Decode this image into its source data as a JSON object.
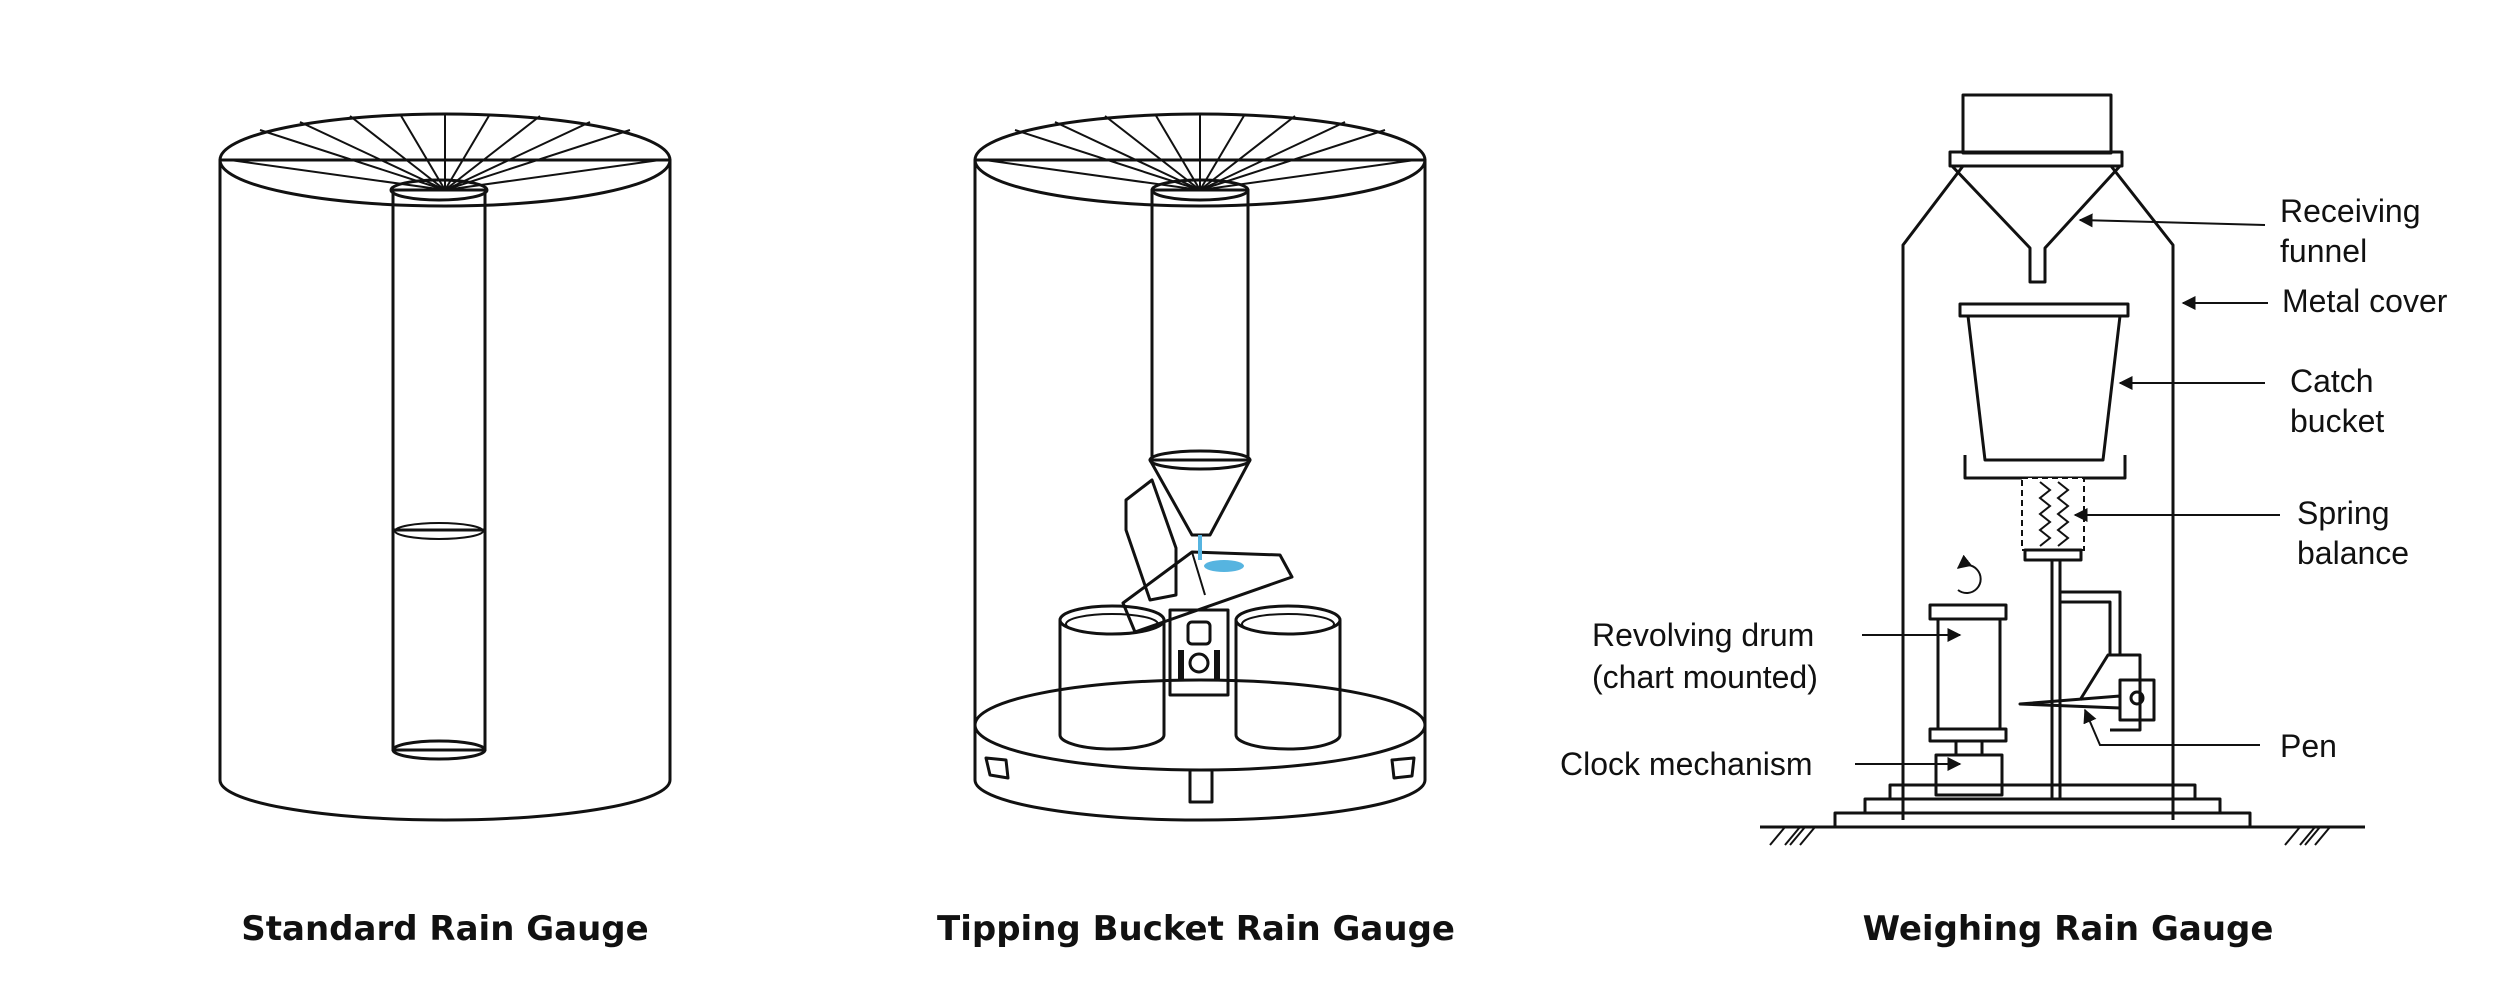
{
  "colors": {
    "gauge_body": "#c0c0c0",
    "water_fill": "#52d0bf",
    "water_surface": "#56b4e0",
    "outline": "#111111"
  },
  "captions": {
    "standard": "Standard Rain Gauge",
    "tipping": "Tipping Bucket Rain Gauge",
    "weighing": "Weighing Rain Gauge"
  },
  "weighing_labels": {
    "receiving_funnel_1": "Receiving",
    "receiving_funnel_2": "funnel",
    "metal_cover": "Metal cover",
    "catch_bucket_1": "Catch",
    "catch_bucket_2": "bucket",
    "spring_balance_1": "Spring",
    "spring_balance_2": "balance",
    "revolving_drum_1": "Revolving drum",
    "revolving_drum_2": "(chart mounted)",
    "clock_mechanism": "Clock mechanism",
    "pen": "Pen"
  }
}
